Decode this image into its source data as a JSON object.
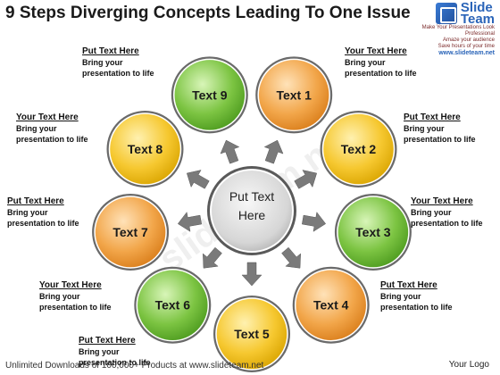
{
  "title": "9 Steps Diverging Concepts Leading To One Issue",
  "logo": {
    "name_line1": "Slide",
    "name_line2": "Team",
    "tagline1": "Make Your Presentations Look Professional",
    "tagline2": "Amaze your audience",
    "tagline3": "Save hours of your time",
    "url": "www.slideteam.net"
  },
  "center": {
    "line1": "Put Text",
    "line2": "Here"
  },
  "nodes": [
    {
      "label": "Text 1",
      "color": "orange"
    },
    {
      "label": "Text 2",
      "color": "yellow"
    },
    {
      "label": "Text 3",
      "color": "green"
    },
    {
      "label": "Text 4",
      "color": "orange"
    },
    {
      "label": "Text 5",
      "color": "yellow"
    },
    {
      "label": "Text 6",
      "color": "green"
    },
    {
      "label": "Text 7",
      "color": "orange"
    },
    {
      "label": "Text 8",
      "color": "yellow"
    },
    {
      "label": "Text 9",
      "color": "green"
    }
  ],
  "callouts": [
    {
      "heading": "Put Text Here",
      "line1": "Bring your",
      "line2": "presentation to life"
    },
    {
      "heading": "Your Text Here",
      "line1": "Bring your",
      "line2": "presentation to life"
    },
    {
      "heading": "Your Text Here",
      "line1": "Bring your",
      "line2": "presentation to life"
    },
    {
      "heading": "Put Text Here",
      "line1": "Bring your",
      "line2": "presentation to life"
    },
    {
      "heading": "Put Text Here",
      "line1": "Bring your",
      "line2": "presentation to life"
    },
    {
      "heading": "Your Text Here",
      "line1": "Bring your",
      "line2": "presentation to life"
    },
    {
      "heading": "Your Text Here",
      "line1": "Bring your",
      "line2": "presentation to life"
    },
    {
      "heading": "Put Text Here",
      "line1": "Bring your",
      "line2": "presentation to life"
    },
    {
      "heading": "Put Text Here",
      "line1": "Bring your",
      "line2": "presentation to life"
    }
  ],
  "footer": "Unlimited Downloads of 100,000+ Products at www.slideteam.net",
  "your_logo": "Your Logo",
  "watermark": "slideteam.net",
  "colors": {
    "orange": "#f2a64a",
    "yellow": "#f6c830",
    "green": "#7cc442",
    "center": "#d8d8d8",
    "arrow": "#7a7a7a"
  }
}
